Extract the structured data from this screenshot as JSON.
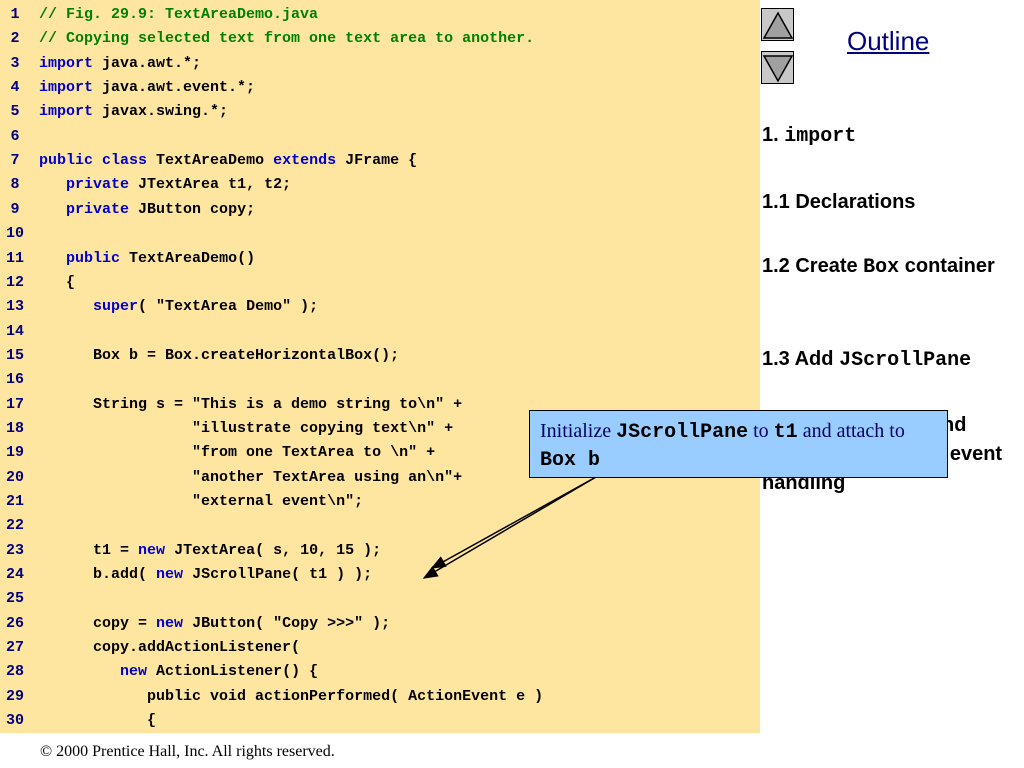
{
  "code": {
    "lines": [
      {
        "num": "1",
        "tokens": [
          {
            "t": "// Fig. 29.9: TextAreaDemo.java",
            "k": "comment"
          }
        ]
      },
      {
        "num": "2",
        "tokens": [
          {
            "t": "// Copying selected text from one text area to another.",
            "k": "comment"
          }
        ]
      },
      {
        "num": "3",
        "tokens": [
          {
            "t": "import",
            "k": "kw"
          },
          {
            "t": " java.awt.*;",
            "k": "normal"
          }
        ]
      },
      {
        "num": "4",
        "tokens": [
          {
            "t": "import",
            "k": "kw"
          },
          {
            "t": " java.awt.event.*;",
            "k": "normal"
          }
        ]
      },
      {
        "num": "5",
        "tokens": [
          {
            "t": "import",
            "k": "kw"
          },
          {
            "t": " javax.swing.*;",
            "k": "normal"
          }
        ]
      },
      {
        "num": "6",
        "tokens": []
      },
      {
        "num": "7",
        "tokens": [
          {
            "t": "public class",
            "k": "kw"
          },
          {
            "t": " TextAreaDemo ",
            "k": "normal"
          },
          {
            "t": "extends",
            "k": "kw"
          },
          {
            "t": " JFrame {",
            "k": "normal"
          }
        ]
      },
      {
        "num": "8",
        "tokens": [
          {
            "t": "   ",
            "k": "normal"
          },
          {
            "t": "private",
            "k": "kw"
          },
          {
            "t": " JTextArea t1, t2;",
            "k": "normal"
          }
        ]
      },
      {
        "num": "9",
        "tokens": [
          {
            "t": "   ",
            "k": "normal"
          },
          {
            "t": "private",
            "k": "kw"
          },
          {
            "t": " JButton copy;",
            "k": "normal"
          }
        ]
      },
      {
        "num": "10",
        "tokens": []
      },
      {
        "num": "11",
        "tokens": [
          {
            "t": "   ",
            "k": "normal"
          },
          {
            "t": "public",
            "k": "kw"
          },
          {
            "t": " TextAreaDemo()",
            "k": "normal"
          }
        ]
      },
      {
        "num": "12",
        "tokens": [
          {
            "t": "   {",
            "k": "normal"
          }
        ]
      },
      {
        "num": "13",
        "tokens": [
          {
            "t": "      ",
            "k": "normal"
          },
          {
            "t": "super",
            "k": "kw"
          },
          {
            "t": "( \"TextArea Demo\" );",
            "k": "normal"
          }
        ]
      },
      {
        "num": "14",
        "tokens": []
      },
      {
        "num": "15",
        "tokens": [
          {
            "t": "      Box b = Box.createHorizontalBox();",
            "k": "normal"
          }
        ]
      },
      {
        "num": "16",
        "tokens": []
      },
      {
        "num": "17",
        "tokens": [
          {
            "t": "      String s = \"This is a demo string to\\n\" +",
            "k": "normal"
          }
        ]
      },
      {
        "num": "18",
        "tokens": [
          {
            "t": "                 \"illustrate copying text\\n\" +",
            "k": "normal"
          }
        ]
      },
      {
        "num": "19",
        "tokens": [
          {
            "t": "                 \"from one TextArea to \\n\" +",
            "k": "normal"
          }
        ]
      },
      {
        "num": "20",
        "tokens": [
          {
            "t": "                 \"another TextArea using an\\n\"+",
            "k": "normal"
          }
        ]
      },
      {
        "num": "21",
        "tokens": [
          {
            "t": "                 \"external event\\n\";",
            "k": "normal"
          }
        ]
      },
      {
        "num": "22",
        "tokens": []
      },
      {
        "num": "23",
        "tokens": [
          {
            "t": "      t1 = ",
            "k": "normal"
          },
          {
            "t": "new",
            "k": "kw"
          },
          {
            "t": " JTextArea( s, 10, 15 );",
            "k": "normal"
          }
        ]
      },
      {
        "num": "24",
        "tokens": [
          {
            "t": "      b.add( ",
            "k": "normal"
          },
          {
            "t": "new",
            "k": "kw"
          },
          {
            "t": " JScrollPane( t1 ) );",
            "k": "normal"
          }
        ]
      },
      {
        "num": "25",
        "tokens": []
      },
      {
        "num": "26",
        "tokens": [
          {
            "t": "      copy = ",
            "k": "normal"
          },
          {
            "t": "new",
            "k": "kw"
          },
          {
            "t": " JButton( \"Copy >>>\" );",
            "k": "normal"
          }
        ]
      },
      {
        "num": "27",
        "tokens": [
          {
            "t": "      copy.addActionListener(",
            "k": "normal"
          }
        ]
      },
      {
        "num": "28",
        "tokens": [
          {
            "t": "         ",
            "k": "normal"
          },
          {
            "t": "new",
            "k": "kw"
          },
          {
            "t": " ActionListener() {",
            "k": "normal"
          }
        ]
      },
      {
        "num": "29",
        "tokens": [
          {
            "t": "            public void actionPerformed( ActionEvent e )",
            "k": "normal"
          }
        ]
      },
      {
        "num": "30",
        "tokens": [
          {
            "t": "            {",
            "k": "normal"
          }
        ]
      }
    ]
  },
  "sidebar": {
    "outline_title": "Outline",
    "nav_up_icon": "triangle-up-icon",
    "nav_down_icon": "triangle-down-icon",
    "items": [
      {
        "prefix": "1. ",
        "mono": "import",
        "suffix": ""
      },
      {
        "prefix": "1.1 Declarations",
        "mono": "",
        "suffix": ""
      },
      {
        "prefix": "1.2 Create ",
        "mono": "Box",
        "suffix": " container"
      },
      {
        "prefix": "1.3 Add ",
        "mono": "JScrollPane",
        "suffix": ""
      },
      {
        "prefix": "1.4 Create button and register listener for event handling",
        "mono": "",
        "suffix": ""
      }
    ]
  },
  "callout": {
    "text_1": "Initialize ",
    "code_1": "JScrollPane",
    "text_2": " to ",
    "code_2": "t1",
    "text_3": " and attach to ",
    "code_3": "Box b"
  },
  "footer": {
    "copyright": "© 2000 Prentice Hall, Inc.  All rights reserved."
  },
  "colors": {
    "code_background": "#ffe6a0",
    "keyword": "#0000cc",
    "comment": "#008000",
    "line_number": "#000080",
    "callout_background": "#99ccff"
  }
}
